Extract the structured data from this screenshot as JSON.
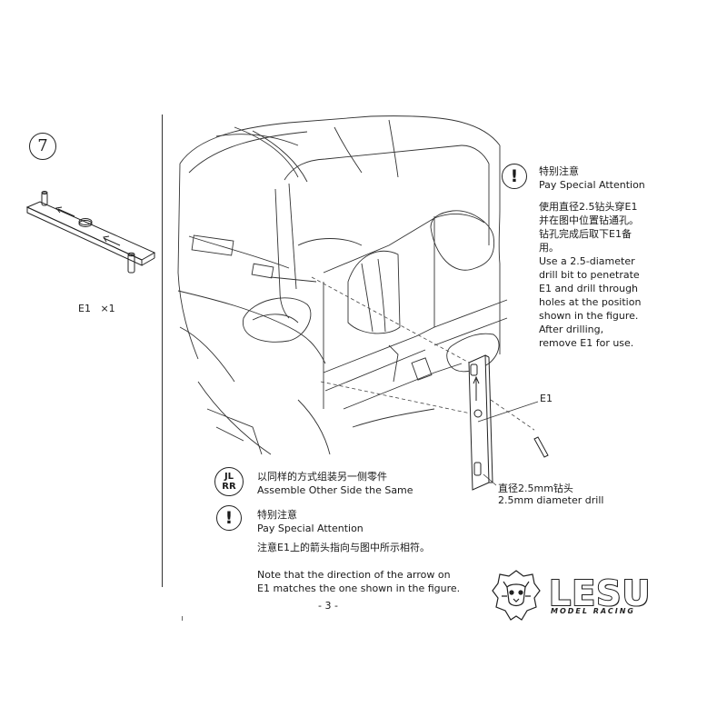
{
  "step": {
    "number": "7"
  },
  "part": {
    "label": "E1",
    "qty": "×1"
  },
  "attention_top": {
    "title_cn": "特别注意",
    "title_en": "Pay Special Attention",
    "cn_lines": [
      "使用直径2.5钻头穿E1",
      "并在图中位置钻通孔。",
      "钻孔完成后取下E1备",
      "用。"
    ],
    "en_lines": [
      "Use a 2.5-diameter",
      "drill bit to penetrate",
      "E1 and drill through",
      "holes at the position",
      "shown in the figure.",
      "After drilling,",
      "remove E1 for use."
    ]
  },
  "callouts": {
    "e1": "E1",
    "drill_cn": "直径2.5mm钻头",
    "drill_en": "2.5mm diameter drill"
  },
  "assemble": {
    "symbol_top": "JL",
    "symbol_bottom": "RR",
    "cn": "以同样的方式组装另一侧零件",
    "en": "Assemble Other Side the Same"
  },
  "attention_bottom": {
    "title_cn": "特别注意",
    "title_en": "Pay Special Attention",
    "cn": "注意E1上的箭头指向与图中所示相符。",
    "en_lines": [
      "Note that the direction of the arrow on",
      "E1 matches the one shown in the figure."
    ]
  },
  "page": {
    "number": "- 3 -"
  },
  "brand": {
    "name": "LESU",
    "tagline": "MODEL RACING"
  },
  "icons": {
    "attention": "exclamation-circle-icon",
    "mirror": "left-right-mirror-icon",
    "logo": "lion-head-icon"
  }
}
